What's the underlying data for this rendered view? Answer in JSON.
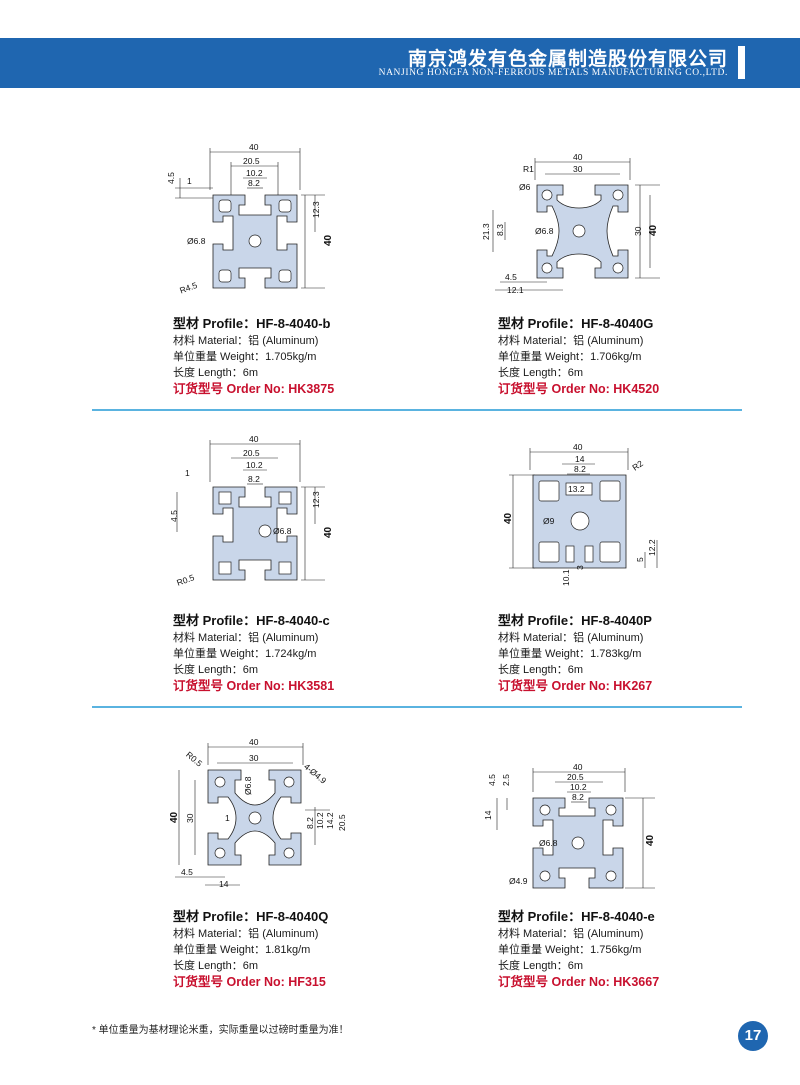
{
  "header": {
    "company_cn": "南京鸿发有色金属制造股份有限公司",
    "company_en": "NANJING HONGFA NON-FERROUS METALS MANUFACTURING CO.,LTD."
  },
  "colors": {
    "header_bg": "#1f66b0",
    "separator": "#5ab3e0",
    "profile_fill": "#c9d6e9",
    "order_text": "#c8102e"
  },
  "products": [
    {
      "title": "型材 Profile：HF-8-4040-b",
      "material": "材料 Material：铝 (Aluminum)",
      "weight": "单位重量 Weight：1.705kg/m",
      "length": "长度 Length：6m",
      "order": "订货型号 Order No:  HK3875",
      "dims": [
        "40",
        "20.5",
        "10.2",
        "8.2",
        "4.5",
        "1",
        "12.3",
        "40",
        "Ø6.8",
        "R4.5"
      ]
    },
    {
      "title": "型材 Profile：HF-8-4040G",
      "material": "材料 Material：铝 (Aluminum)",
      "weight": "单位重量 Weight：1.706kg/m",
      "length": "长度 Length：6m",
      "order": "订货型号 Order No:  HK4520",
      "dims": [
        "40",
        "30",
        "R1",
        "Ø6",
        "21.3",
        "8.3",
        "Ø6.8",
        "30",
        "40",
        "4.5",
        "12.1"
      ]
    },
    {
      "title": "型材 Profile：HF-8-4040-c",
      "material": "材料 Material：铝 (Aluminum)",
      "weight": "单位重量 Weight：1.724kg/m",
      "length": "长度 Length：6m",
      "order": "订货型号 Order No:  HK3581",
      "dims": [
        "40",
        "20.5",
        "10.2",
        "8.2",
        "1",
        "4.5",
        "12.3",
        "40",
        "Ø6.8",
        "R0.5"
      ]
    },
    {
      "title": "型材 Profile：HF-8-4040P",
      "material": "材料 Material：铝 (Aluminum)",
      "weight": "单位重量 Weight：1.783kg/m",
      "length": "长度 Length：6m",
      "order": "订货型号 Order No:  HK267",
      "dims": [
        "40",
        "14",
        "8.2",
        "R2",
        "13.2",
        "40",
        "Ø9",
        "3",
        "5",
        "12.2",
        "10.1"
      ]
    },
    {
      "title": "型材 Profile：HF-8-4040Q",
      "material": "材料 Material：铝 (Aluminum)",
      "weight": "单位重量 Weight：1.81kg/m",
      "length": "长度 Length：6m",
      "order": "订货型号 Order No:  HF315",
      "dims": [
        "40",
        "30",
        "R0.5",
        "4-Ø4.9",
        "Ø6.8",
        "40",
        "30",
        "1",
        "20.5",
        "14.2",
        "10.2",
        "8.2",
        "4.5",
        "14"
      ]
    },
    {
      "title": "型材 Profile：HF-8-4040-e",
      "material": "材料 Material：铝 (Aluminum)",
      "weight": "单位重量 Weight：1.756kg/m",
      "length": "长度 Length：6m",
      "order": "订货型号 Order No:  HK3667",
      "dims": [
        "40",
        "20.5",
        "10.2",
        "8.2",
        "4.5",
        "2.5",
        "14",
        "Ø6.8",
        "40",
        "Ø4.9"
      ]
    }
  ],
  "footnote": "* 单位重量为基材理论米重，实际重量以过磅时重量为准！",
  "page_number": "17"
}
